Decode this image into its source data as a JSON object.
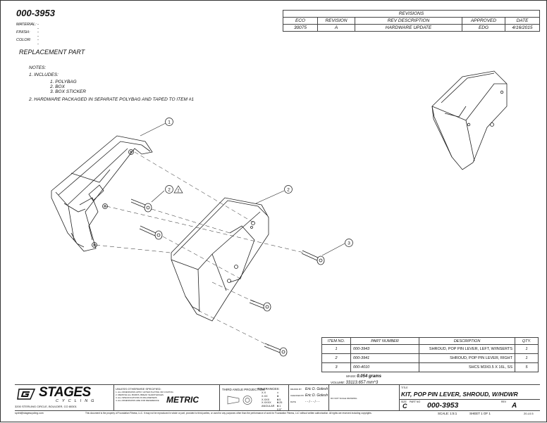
{
  "header": {
    "part_number": "000-3953",
    "attributes": [
      {
        "label": "MATERIAL:",
        "value": "--"
      },
      {
        "label": "FINISH:",
        "value": "--"
      },
      {
        "label": "COLOR:",
        "value": "--"
      }
    ]
  },
  "revisions": {
    "title": "REVISIONS",
    "headers": [
      "ECO",
      "REVISION",
      "REV DESCRIPTION",
      "APPROVED",
      "DATE"
    ],
    "rows": [
      [
        "30075",
        "A",
        "HARDWARE UPDATE",
        "EDG",
        "4/16/2015"
      ]
    ]
  },
  "replacement_part": "REPLACEMENT PART",
  "notes": {
    "title": "NOTES:",
    "item1": "1.   INCLUDES:",
    "sub": [
      "1.   POLYBAG",
      "2.   BOX",
      "3.   BOX STICKER"
    ],
    "item2": "2.   HARDWARE PACKAGED IN SEPARATE POLYBAG AND TAPED TO ITEM #1"
  },
  "balloons": [
    "1",
    "2",
    "3",
    "2"
  ],
  "bom": {
    "headers": [
      "ITEM NO.",
      "PART NUMBER",
      "DESCRIPTION",
      "QTY."
    ],
    "rows": [
      {
        "item": "1",
        "part": "000-3943",
        "desc": "SHROUD, POP PIN LEVER, LEFT, W/INSERTS",
        "qty": "1"
      },
      {
        "item": "2",
        "part": "000-3941",
        "desc": "SHROUD, POP PIN LEVER, RIGHT",
        "qty": "1"
      },
      {
        "item": "3",
        "part": "000-4010",
        "desc": "SHCS M3X0.5 X 16L, SS",
        "qty": "5"
      }
    ]
  },
  "title_block": {
    "logo_main": "STAGES",
    "logo_sub": "CYCLING",
    "address": "3200 STERLING CIRCLE, BOULDER, CO  80301",
    "email": "sprint@stagescycling.com",
    "unless_text": "UNLESS OTHERWISE SPECIFIED:",
    "spec_lines": [
      "1. ALL DIMENSIONS APPLY AFTER PLATING OR COATING",
      "2. REMOVE ALL BURRS, BREAK SHARP EDGES",
      "3. ALL SPECIFICATIONS IN MILLIMETERS",
      "4. ALL DIMENSIONS ARE FOR REFERENCE"
    ],
    "metric": "METRIC",
    "projection": "THIRD ANGLE PROJECTION",
    "tolerances_title": "TOLERANCES:",
    "tolerances": [
      {
        "label": "X.X",
        "value": "± 3"
      },
      {
        "label": "X.XX",
        "value": "± 0.5"
      },
      {
        "label": "X.XXX",
        "value": "± 0.25"
      },
      {
        "label": "X.XXXX",
        "value": "± 0.1"
      },
      {
        "label": "ANGULAR",
        "value": "± 0.5°"
      }
    ],
    "drawn_label": "DRAWN BY",
    "drawn": "Eric D. Golesh",
    "checked_label": "CHECKED BY",
    "checked": "Eric D. Golesh",
    "date_label": "DATE",
    "date": "- - / - - / - -",
    "dnsd": "DO NOT SCALE DRAWING",
    "mass_label": "MASS:",
    "mass": "0.054 grams",
    "volume_label": "VOLUME:",
    "volume": "33113.657 mm^3",
    "title_label": "TITLE",
    "title": "KIT, POP PIN LEVER, SHROUD, W/HDWR",
    "size_label": "SIZE",
    "size": "C",
    "part_no_label": "PART NO",
    "part_no": "000-3953",
    "rev_label": "REV",
    "rev": "A",
    "scale": "SCALE: 1:5:1",
    "sheet": "SHEET 1 OF 1",
    "disclaimer": "This document is the property of Foundation Fitness, LLC. It may not be reproduced in whole or part, provided to third parties, or used for any purposes other than the performance of work for Foundation Fitness, LLC without written authorization. All rights are reserved including copyrights.",
    "corner": "20-L0.5"
  }
}
